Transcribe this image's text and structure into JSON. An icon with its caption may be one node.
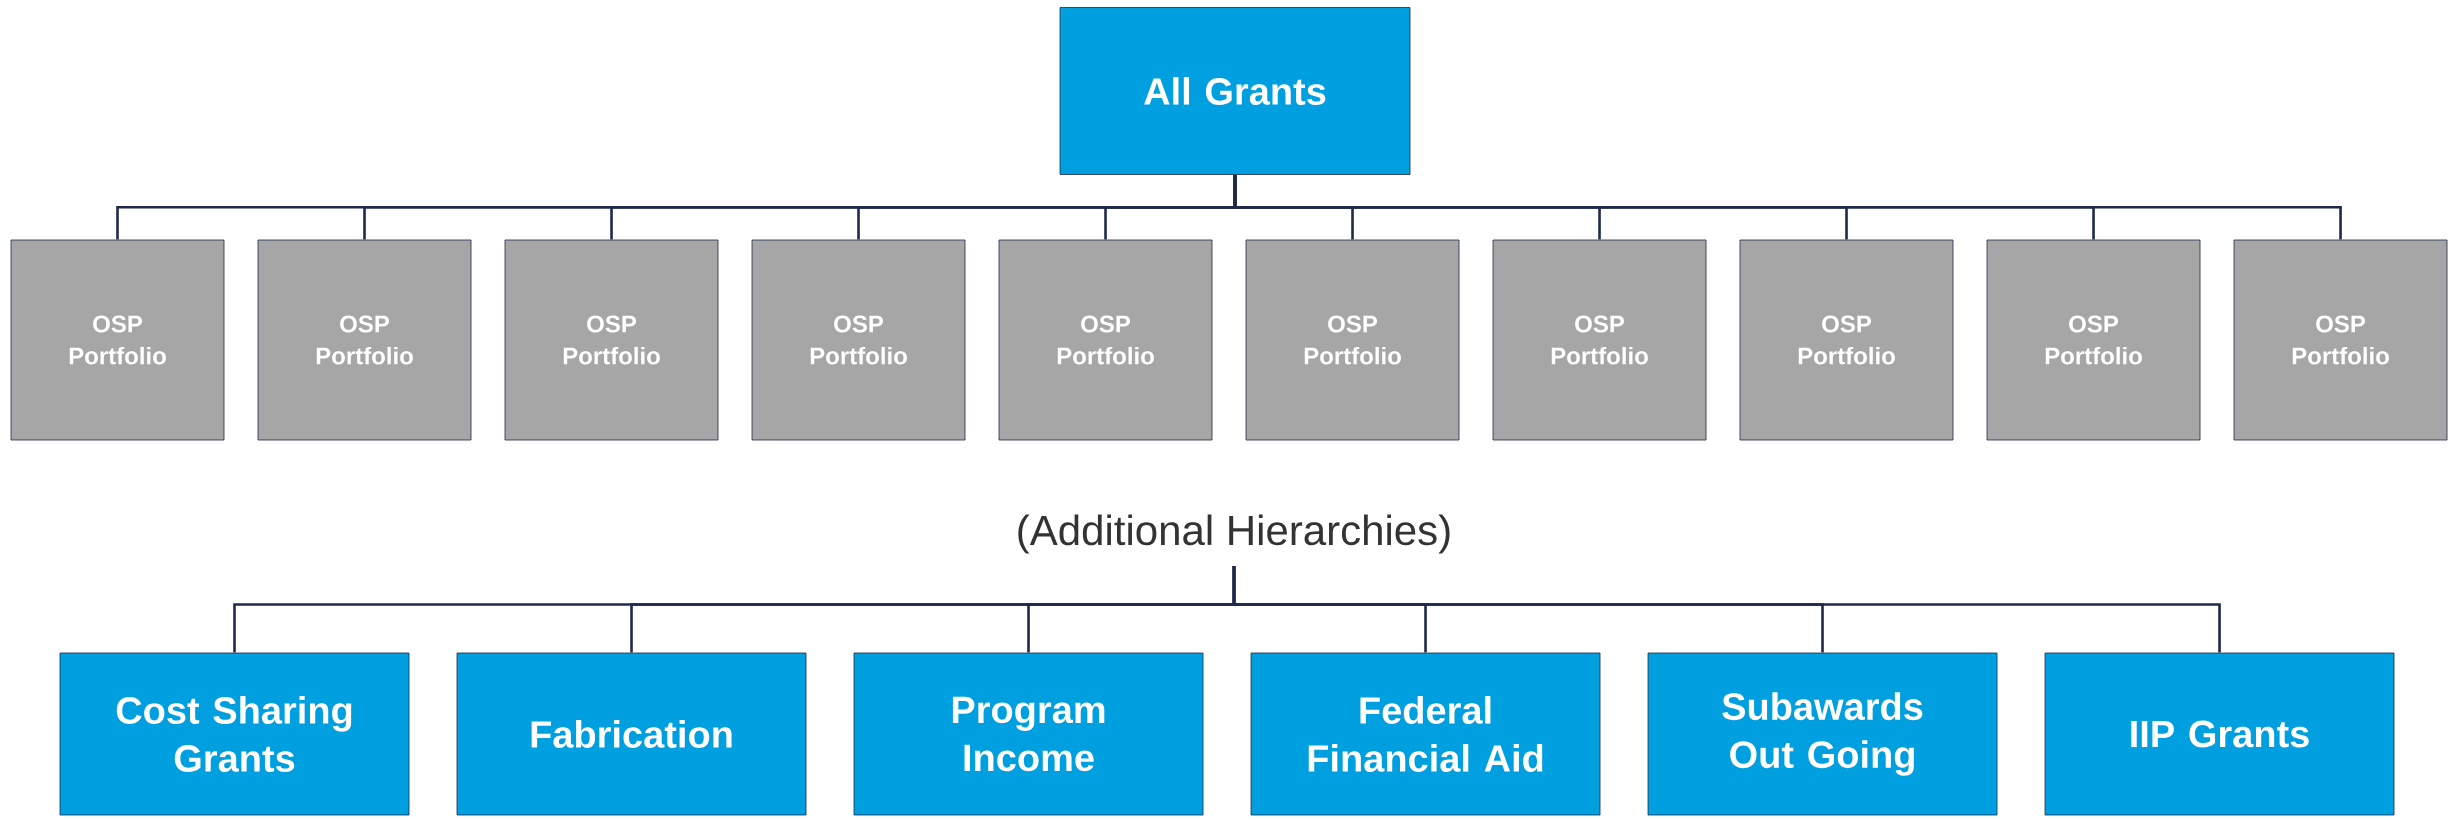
{
  "diagram": {
    "nodes": [
      {
        "text": [
          "All Grants"
        ]
      },
      {
        "text": [
          "OSP Portfolio"
        ]
      },
      {
        "text": [
          "OSP Portfolio"
        ]
      },
      {
        "text": [
          "OSP Portfolio"
        ]
      },
      {
        "text": [
          "OSP Portfolio"
        ]
      },
      {
        "text": [
          "OSP Portfolio"
        ]
      },
      {
        "text": [
          "OSP Portfolio"
        ]
      },
      {
        "text": [
          "OSP Portfolio"
        ]
      },
      {
        "text": [
          "OSP Portfolio"
        ]
      },
      {
        "text": [
          "OSP Portfolio"
        ]
      },
      {
        "text": [
          "OSP Portfolio"
        ]
      },
      {
        "text": [
          "(Additional Hierarchies)"
        ]
      },
      {
        "text": [
          "Cost Sharing Grants"
        ]
      },
      {
        "text": [
          "Fabrication"
        ]
      },
      {
        "text": [
          "Program Income"
        ]
      },
      {
        "text": [
          "Federal Financial Aid"
        ]
      },
      {
        "text": [
          "Subawards Out Going"
        ]
      },
      {
        "text": [
          "IIP Grants"
        ]
      }
    ],
    "edges": [
      {
        "from": 0,
        "to": 1,
        "arrow": "none"
      },
      {
        "from": 0,
        "to": 2,
        "arrow": "none"
      },
      {
        "from": 0,
        "to": 3,
        "arrow": "none"
      },
      {
        "from": 0,
        "to": 4,
        "arrow": "none"
      },
      {
        "from": 0,
        "to": 5,
        "arrow": "none"
      },
      {
        "from": 0,
        "to": 6,
        "arrow": "none"
      },
      {
        "from": 0,
        "to": 7,
        "arrow": "none"
      },
      {
        "from": 0,
        "to": 8,
        "arrow": "none"
      },
      {
        "from": 0,
        "to": 9,
        "arrow": "none"
      },
      {
        "from": 0,
        "to": 10,
        "arrow": "none"
      },
      {
        "from": 11,
        "to": 12,
        "arrow": "none"
      },
      {
        "from": 11,
        "to": 13,
        "arrow": "none"
      },
      {
        "from": 11,
        "to": 14,
        "arrow": "none"
      },
      {
        "from": 11,
        "to": 15,
        "arrow": "none"
      },
      {
        "from": 11,
        "to": 16,
        "arrow": "none"
      },
      {
        "from": 11,
        "to": 17,
        "arrow": "none"
      }
    ]
  }
}
